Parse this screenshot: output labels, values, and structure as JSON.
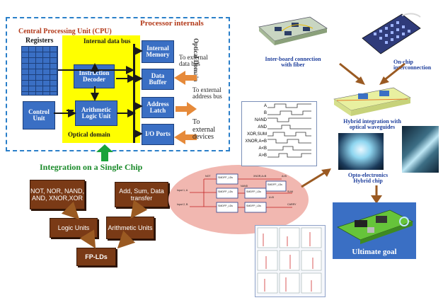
{
  "cpu": {
    "outer_title": "Processor internals",
    "title": "Central Processing Unit (CPU)",
    "registers": "Registers",
    "internal_bus": "Internal data bus",
    "instruction_decoder": "Instruction Decoder",
    "control_unit": "Control Unit",
    "alu": "Arithmetic Logic Unit",
    "optical_domain": "Optical domain",
    "internal_memory": "Internal Memory",
    "data_buffer": "Data Buffer",
    "address_latch": "Address Latch",
    "io_ports": "I/O Ports",
    "optical_domain_vertical": "Optical Domain",
    "to_data_bus": "To external data bus",
    "to_address_bus": "To external address bus",
    "to_devices": "To external devices"
  },
  "integration": {
    "title": "Integration on a Single Chip",
    "gates": "NOT, NOR, NAND, AND, XNOR,XOR",
    "arith_ops": "Add, Sum, Data transfer",
    "logic_units": "Logic Units",
    "arith_units": "Arithmetic Units",
    "fp_lds": "FP-LDs"
  },
  "waveform_labels": [
    "A",
    "B",
    "NAND",
    "AND",
    "XOR,SUM",
    "XNOR,A=B",
    "A<B",
    "A>B"
  ],
  "circuit": {
    "nodes": [
      "SMDFP_LDs",
      "SMDFP_LDs",
      "SMDFP_LDs",
      "SMDFP_LDs",
      "SMDFP_LDs",
      "SMDFP_LDs"
    ],
    "notes": [
      "NOT",
      "XNOR,A=B",
      "A>B",
      "NAND",
      "A<B",
      "SUM",
      "CARRY",
      "Input 1, A",
      "Input 2, B"
    ]
  },
  "right": {
    "interboard": "Inter-board connection with fiber",
    "onchip": "On-chip interconnection",
    "hybrid": "Hybrid integration with optical waveguides",
    "opto": "Opto-electronics Hybrid chip",
    "ultimate": "Ultimate goal"
  },
  "colors": {
    "cpu_border": "#2a7fc9",
    "yellow": "#ffff00",
    "blue_box": "#3a6fc4",
    "orange_arrow": "#e68a3a",
    "brown": "#7a3a16",
    "brown_arrow": "#9a5a22",
    "green_arrow": "#1aa33a",
    "ellipse": "#f1b7b0"
  }
}
